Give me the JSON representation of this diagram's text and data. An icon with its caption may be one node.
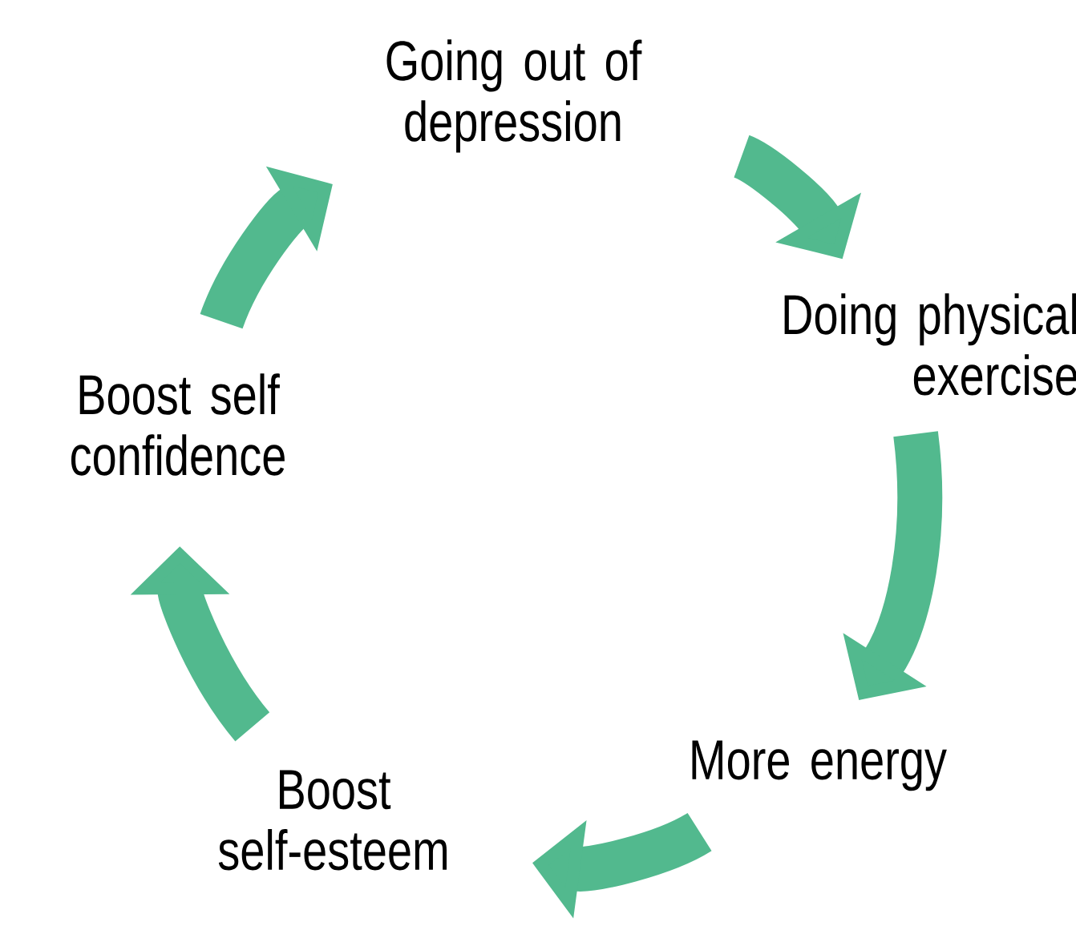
{
  "diagram": {
    "nodes": [
      {
        "text": [
          "Going out of depression"
        ]
      },
      {
        "text": [
          "Doing physical exercise"
        ]
      },
      {
        "text": [
          "More energy"
        ]
      },
      {
        "text": [
          "Boost self-esteem"
        ]
      },
      {
        "text": [
          "Boost self confidence"
        ]
      }
    ],
    "edges": [
      {
        "from": 0,
        "to": 1,
        "arrow": "to"
      },
      {
        "from": 1,
        "to": 2,
        "arrow": "to"
      },
      {
        "from": 2,
        "to": 3,
        "arrow": "to"
      },
      {
        "from": 3,
        "to": 4,
        "arrow": "to"
      },
      {
        "from": 4,
        "to": 0,
        "arrow": "to"
      }
    ]
  }
}
